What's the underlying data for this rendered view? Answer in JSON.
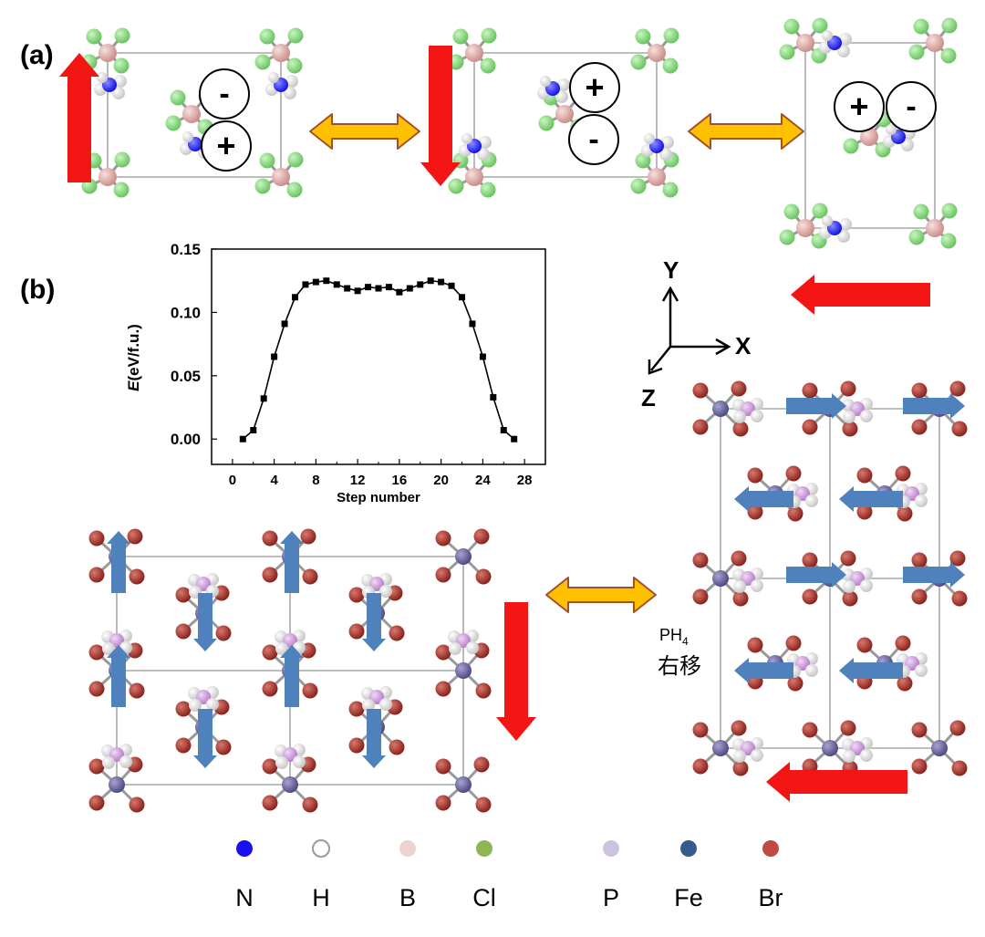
{
  "figure": {
    "panel_a_label": "(a)",
    "panel_b_label": "(b)",
    "charge_plus": "+",
    "charge_minus": "-",
    "axes": {
      "y": "Y",
      "x": "X",
      "z": "Z"
    },
    "annotation_line1": "PH",
    "annotation_sub": "4",
    "annotation_line2": "右移",
    "legend": [
      {
        "label": "N",
        "color": "#1a0ff0",
        "hollow": false
      },
      {
        "label": "H",
        "color": "#ffffff",
        "hollow": true
      },
      {
        "label": "B",
        "color": "#efd1cf",
        "hollow": false
      },
      {
        "label": "Cl",
        "color": "#8fb652",
        "hollow": false
      },
      {
        "label": "P",
        "color": "#cdc3df",
        "hollow": false
      },
      {
        "label": "Fe",
        "color": "#355c8e",
        "hollow": false
      },
      {
        "label": "Br",
        "color": "#c04a44",
        "hollow": false
      }
    ],
    "colors": {
      "N": "#1414e6",
      "H": "#f4f4f4",
      "B": "#e2aaa7",
      "Cl": "#8fdc86",
      "P": "#d79ee6",
      "Fe": "#6f6ba3",
      "Br": "#a9332b",
      "red_arrow": "#f31414",
      "blue_arrow": "#4f81bd",
      "gold_arrow": "#ffc000",
      "gold_outline": "#a0522d"
    }
  },
  "chart_data": {
    "type": "line",
    "xlabel": "Step number",
    "ylabel_italic": "E",
    "ylabel_rest": "(eV/f.u.)",
    "xlim": [
      -2,
      30
    ],
    "ylim": [
      -0.02,
      0.15
    ],
    "xticks": [
      0,
      4,
      8,
      12,
      16,
      20,
      24,
      28
    ],
    "yticks": [
      "0.00",
      "0.05",
      "0.10",
      "0.15"
    ],
    "x": [
      1,
      2,
      3,
      4,
      5,
      6,
      7,
      8,
      9,
      10,
      11,
      12,
      13,
      14,
      15,
      16,
      17,
      18,
      19,
      20,
      21,
      22,
      23,
      24,
      25,
      26,
      27
    ],
    "y": [
      0.0,
      0.007,
      0.032,
      0.065,
      0.091,
      0.112,
      0.122,
      0.124,
      0.125,
      0.122,
      0.119,
      0.117,
      0.12,
      0.119,
      0.12,
      0.116,
      0.119,
      0.122,
      0.125,
      0.124,
      0.121,
      0.112,
      0.091,
      0.065,
      0.033,
      0.007,
      0.0
    ]
  }
}
